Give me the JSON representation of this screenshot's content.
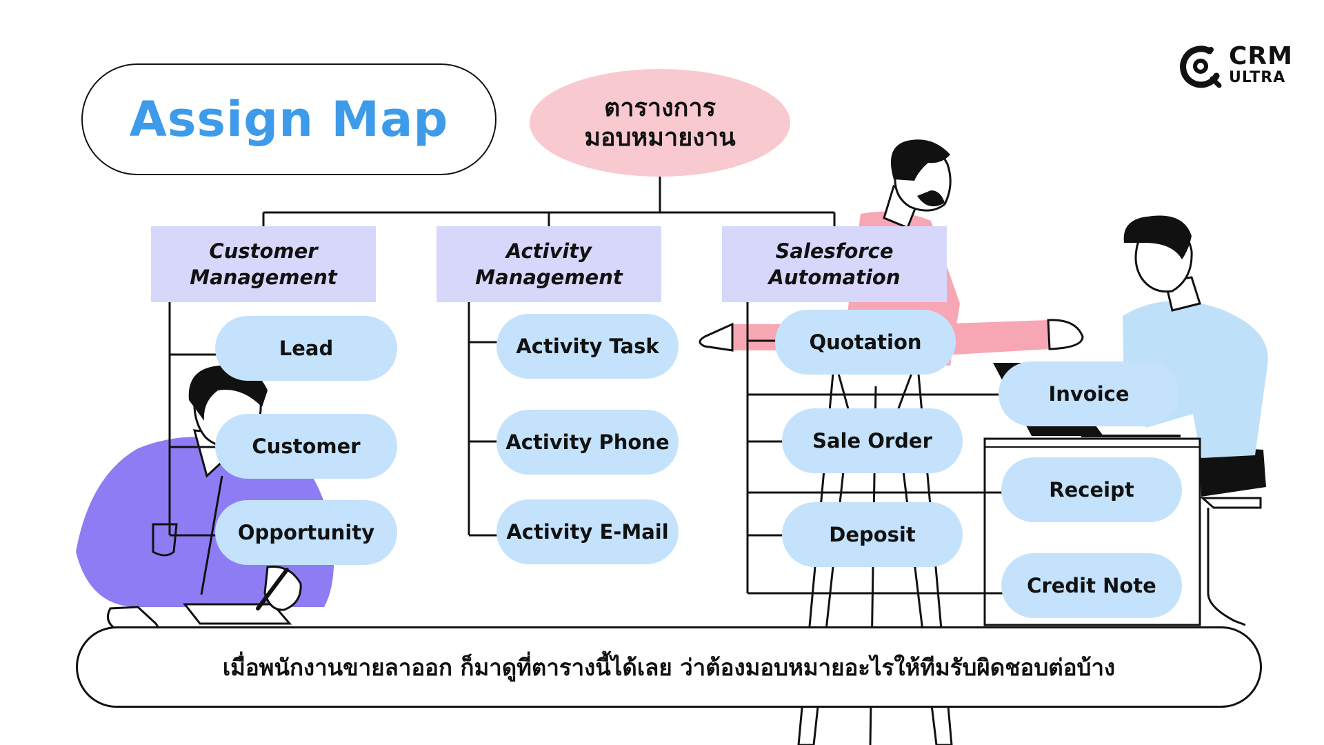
{
  "title": "Assign Map",
  "root": {
    "line1": "ตารางการ",
    "line2": "มอบหมายงาน"
  },
  "categories": [
    {
      "line1": "Customer",
      "line2": "Management",
      "items": [
        "Lead",
        "Customer",
        "Opportunity"
      ]
    },
    {
      "line1": "Activity",
      "line2": "Management",
      "items": [
        "Activity Task",
        "Activity Phone",
        "Activity E-Mail"
      ]
    },
    {
      "line1": "Salesforce",
      "line2": "Automation",
      "items": [
        "Quotation",
        "Sale Order",
        "Deposit",
        "Invoice",
        "Receipt",
        "Credit Note"
      ]
    }
  ],
  "footer": "เมื่อพนักงานขายลาออก ก็มาดูที่ตารางนี้ได้เลย ว่าต้องมอบหมายอะไรให้ทีมรับผิดชอบต่อบ้าง",
  "logo": {
    "line1": "CRM",
    "line2": "ULTRA"
  },
  "colors": {
    "title": "#3d9be9",
    "root_fill": "#f9c9d0",
    "category_fill": "#d7d7fb",
    "leaf_fill": "#c4e2fb",
    "person_purple": "#8e7cf5",
    "person_pink": "#f7a7b4",
    "person_blue": "#bfe0f9"
  }
}
